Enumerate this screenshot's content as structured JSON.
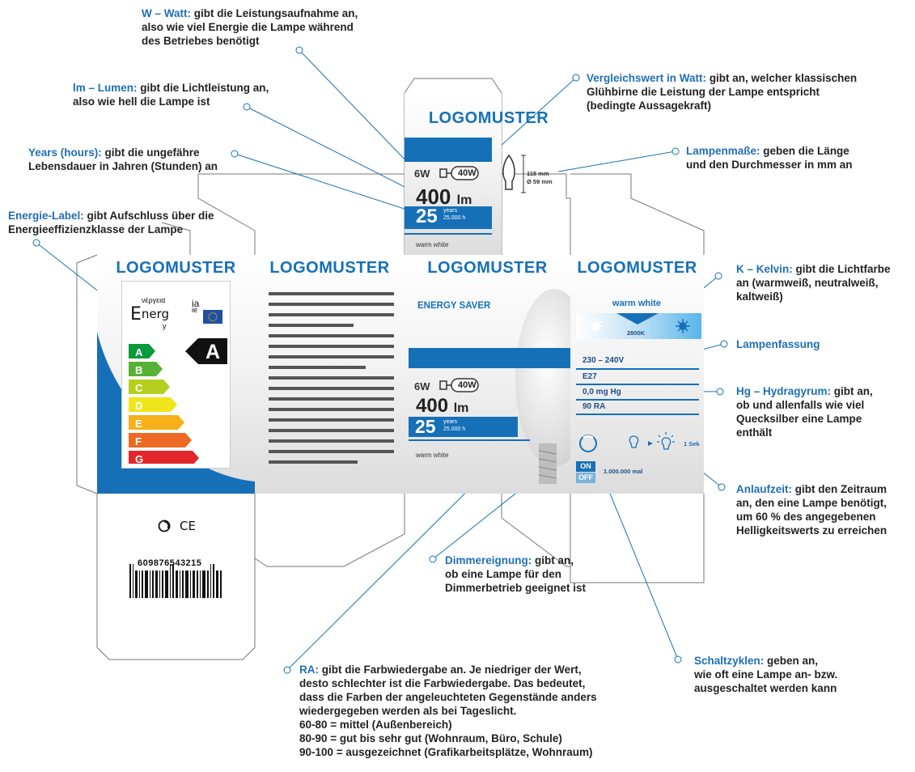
{
  "callouts": {
    "watt": {
      "term": "W – Watt:",
      "text_lines": [
        "gibt die Leistungsaufnahme an,",
        "also wie viel Energie die Lampe während",
        "des Betriebes benötigt"
      ]
    },
    "lumen": {
      "term": "lm – Lumen:",
      "text_lines": [
        "gibt die Lichtleistung an,",
        "also wie hell die Lampe ist"
      ]
    },
    "years": {
      "term": "Years (hours):",
      "text_lines": [
        "gibt die ungefähre",
        "Lebensdauer in Jahren (Stunden) an"
      ]
    },
    "energy_label": {
      "term": "Energie-Label:",
      "text_lines": [
        "gibt Aufschluss über die",
        "Energieeffizienzklasse der Lampe"
      ]
    },
    "vergleichswert": {
      "term": "Vergleichswert in Watt:",
      "text_lines": [
        "gibt an, welcher klassischen",
        "Glühbirne die Leistung der Lampe entspricht",
        "(bedingte Aussagekraft)"
      ]
    },
    "lampenmasse": {
      "term": "Lampenmaße:",
      "text_lines": [
        "geben die Länge",
        "und den Durchmesser in mm an"
      ]
    },
    "kelvin": {
      "term": "K – Kelvin:",
      "text_lines": [
        "gibt die Lichtfarbe",
        "an (warmweiß, neutralweiß,",
        "kaltweiß)"
      ]
    },
    "lampenfassung": {
      "term": "Lampenfassung",
      "text_lines": []
    },
    "hg": {
      "term": "Hg – Hydragyrum:",
      "text_lines": [
        "gibt an,",
        "ob und allenfalls wie viel",
        "Quecksilber eine Lampe",
        "enthält"
      ]
    },
    "anlaufzeit": {
      "term": "Anlaufzeit:",
      "text_lines": [
        "gibt den Zeitraum",
        "an, den eine Lampe benötigt,",
        "um 60 % des angegebenen",
        "Helligkeitswerts zu erreichen"
      ]
    },
    "dimmer": {
      "term": "Dimmereignung:",
      "text_lines": [
        "gibt an,",
        "ob eine Lampe für den",
        "Dimmerbetrieb geeignet ist"
      ]
    },
    "schaltzyklen": {
      "term": "Schaltzyklen:",
      "text_lines": [
        "geben an,",
        "wie oft eine Lampe an- bzw.",
        "ausgeschaltet werden kann"
      ]
    },
    "ra": {
      "term": "RA:",
      "text_lines": [
        "gibt die Farbwiedergabe an. Je niedriger der Wert,",
        "desto schlechter ist die Farbwiedergabe. Das bedeutet,",
        "dass die Farben der angeleuchteten Gegenstände anders",
        "wiedergegeben werden als bei Tageslicht.",
        "60-80 = mittel (Außenbereich)",
        "80-90 = gut bis sehr gut (Wohnraum, Büro, Schule)",
        "90-100 = ausgezeichnet (Grafikarbeitsplätze, Wohnraum)"
      ]
    }
  },
  "box": {
    "logo": "LOGOMUSTER",
    "energy_saver": "ENERGY SAVER",
    "watt": "6W",
    "compare_watt": "40W",
    "lumen_value": "400",
    "lumen_unit": "lm",
    "years_value": "25",
    "years_unit": "years",
    "hours": "25.000 h",
    "color_name": "warm white",
    "dim_length": "118 mm",
    "dim_diameter": "Ø 59 mm",
    "kelvin_label": "warm white",
    "kelvin_value": "2800K",
    "specs": [
      "230 – 240V",
      "E27",
      "0,0 mg Hg",
      "90 RA"
    ],
    "start_time": "1 Sek",
    "on": "ON",
    "off": "OFF",
    "cycles": "1.000.000 mal",
    "barcode": "609876543215",
    "ce": "CE",
    "energy_word_e": "E",
    "energy_word_rest": "nerg",
    "energy_greek": "νέργεια",
    "energy_ia": "ia",
    "energy_ie": "ie",
    "energy_y": "y",
    "energy_classes": [
      "A",
      "B",
      "C",
      "D",
      "E",
      "F",
      "G"
    ],
    "energy_class": "A"
  },
  "colors": {
    "brand_blue": "#1670b8",
    "callout_blue": "#1f6fb5",
    "class_colors": [
      "#0a9a3c",
      "#56b234",
      "#b4cf1e",
      "#f0e51a",
      "#f5b01a",
      "#ec6a23",
      "#e3262b"
    ]
  }
}
